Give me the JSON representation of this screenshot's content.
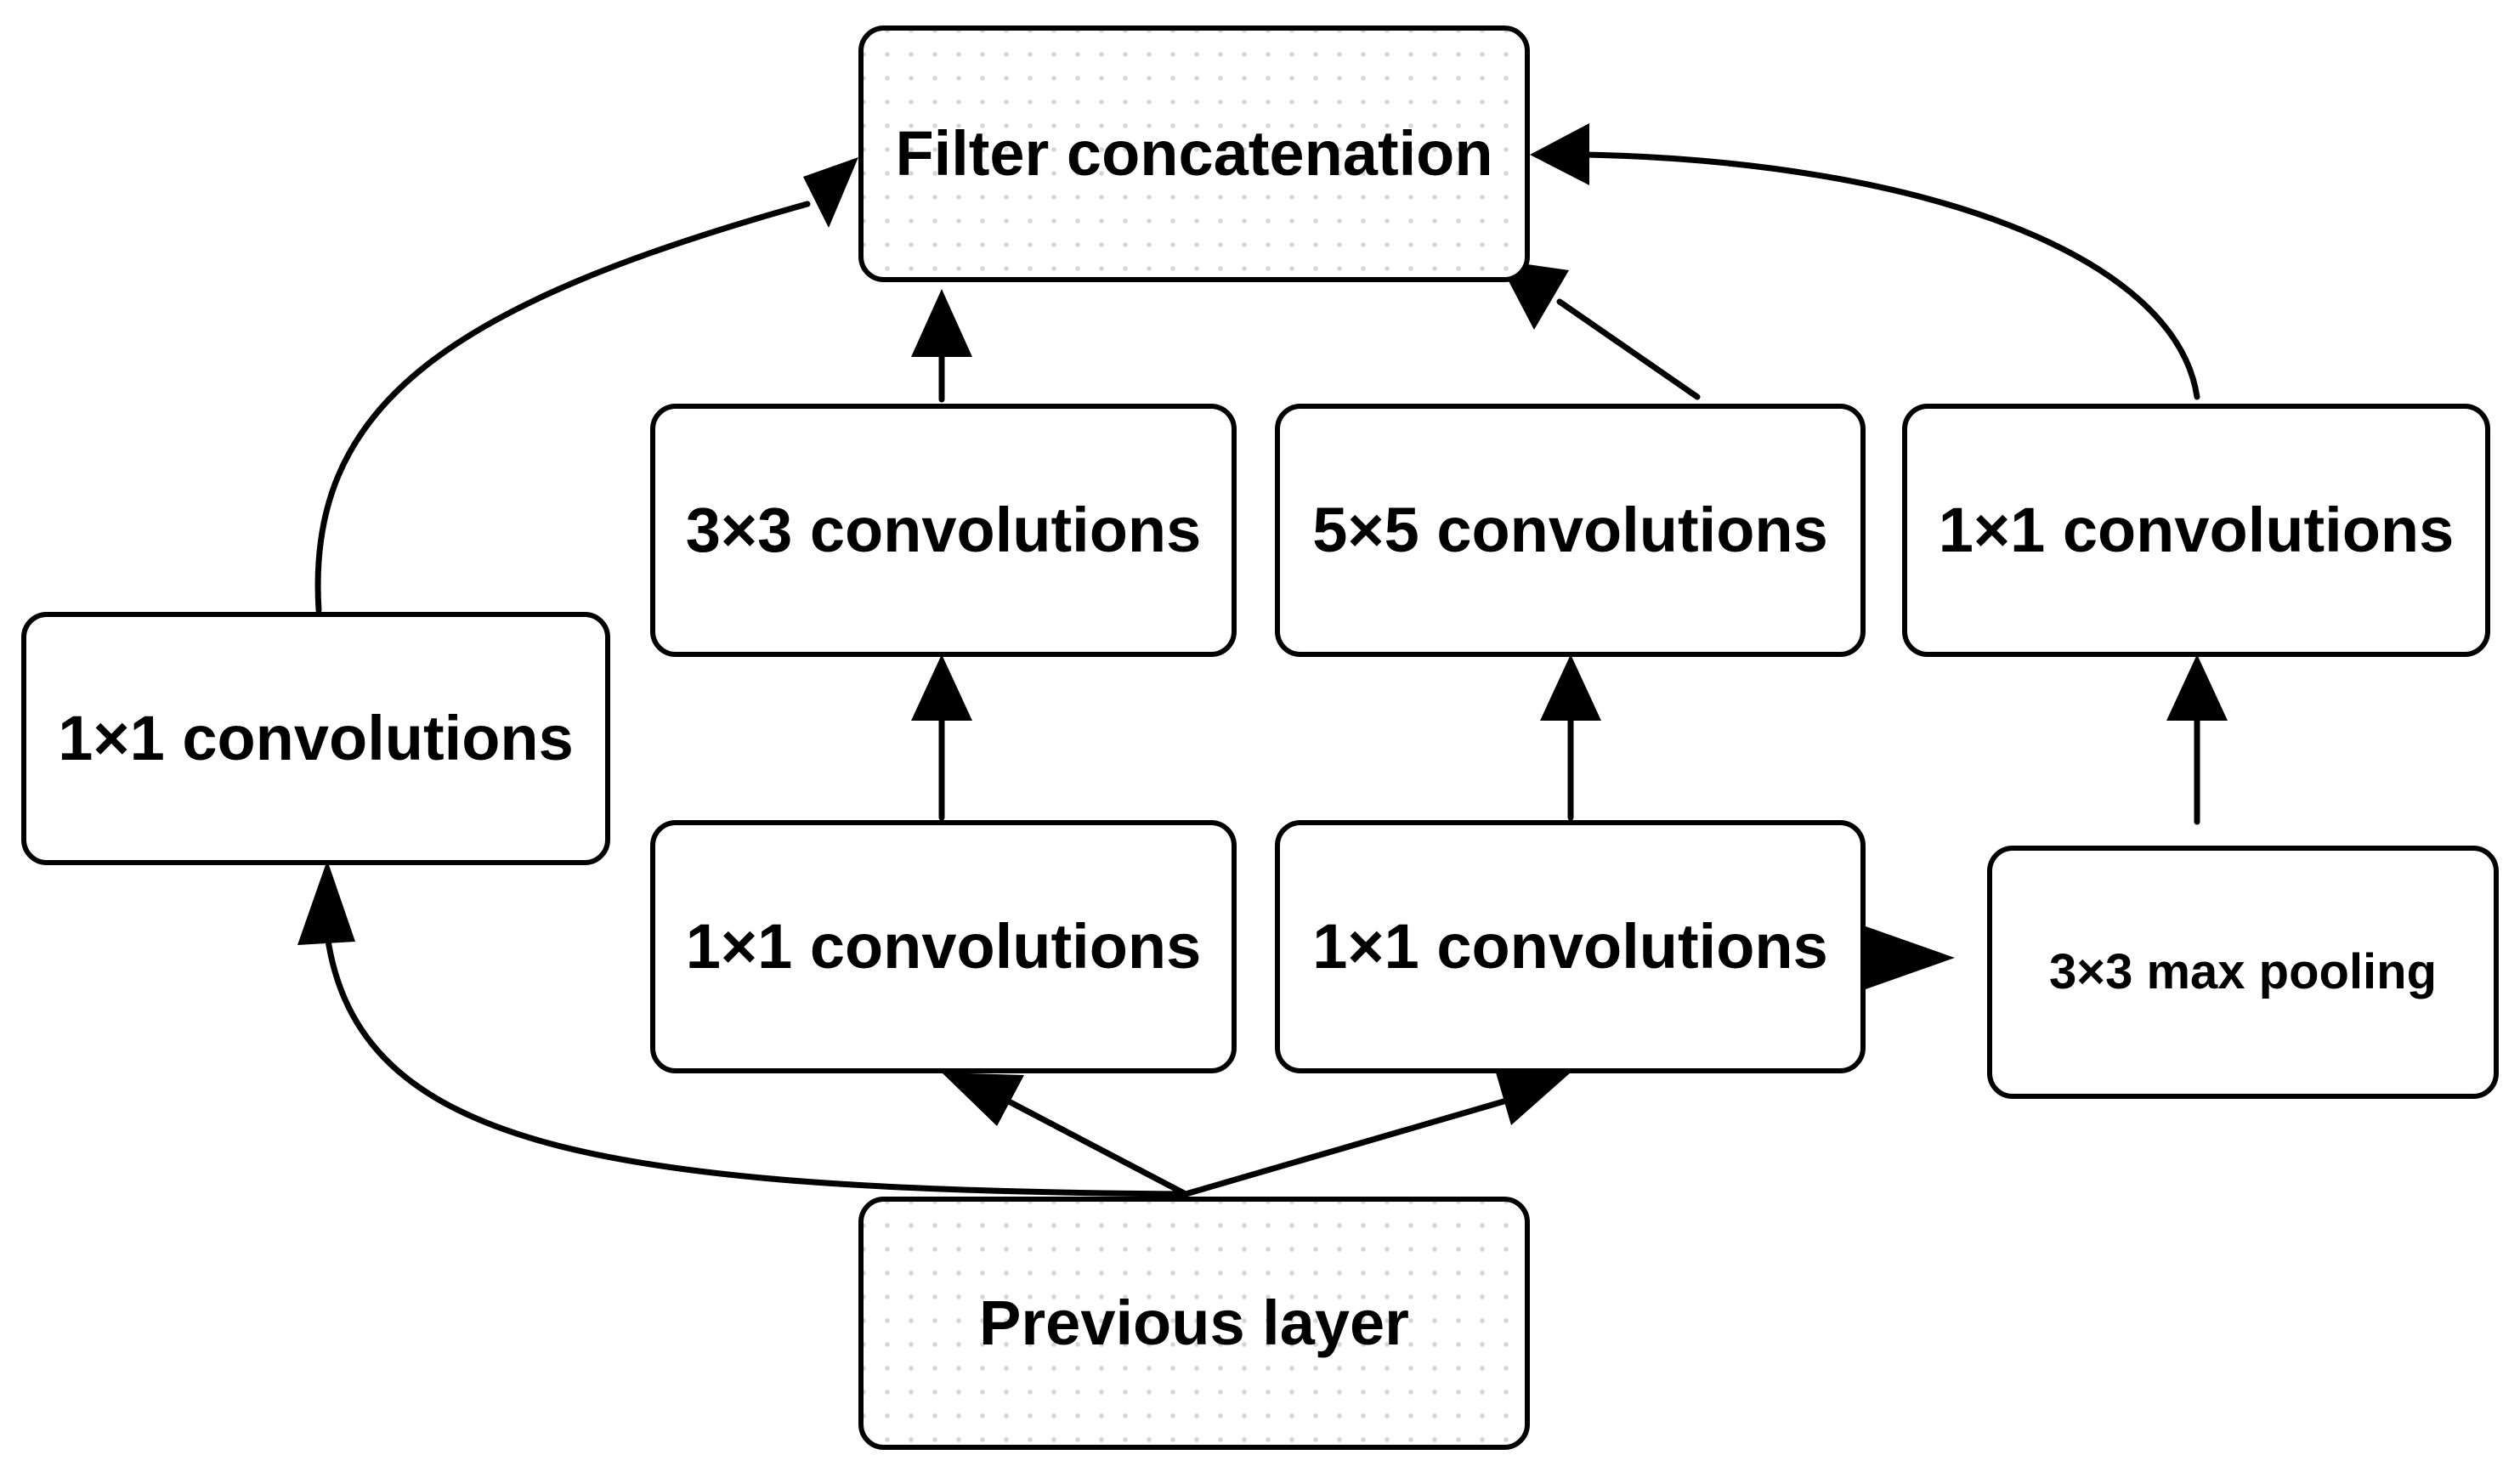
{
  "nodes": {
    "filter_concat": "Filter concatenation",
    "conv3x3": "3×3 convolutions",
    "conv5x5": "5×5 convolutions",
    "conv1x1_pool_proj": "1×1 convolutions",
    "conv1x1_left": "1×1 convolutions",
    "conv1x1_reduce_3x3": "1×1 convolutions",
    "conv1x1_reduce_5x5": "1×1 convolutions",
    "maxpool": "3×3 max pooling",
    "previous_layer": "Previous layer"
  },
  "edges": [
    {
      "from": "previous_layer",
      "to": "conv1x1_left"
    },
    {
      "from": "previous_layer",
      "to": "conv1x1_reduce_3x3"
    },
    {
      "from": "previous_layer",
      "to": "conv1x1_reduce_5x5"
    },
    {
      "from": "conv1x1_reduce_5x5",
      "to": "maxpool"
    },
    {
      "from": "conv1x1_reduce_3x3",
      "to": "conv3x3"
    },
    {
      "from": "conv1x1_reduce_5x5",
      "to": "conv5x5"
    },
    {
      "from": "maxpool",
      "to": "conv1x1_pool_proj"
    },
    {
      "from": "conv1x1_left",
      "to": "filter_concat"
    },
    {
      "from": "conv3x3",
      "to": "filter_concat"
    },
    {
      "from": "conv5x5",
      "to": "filter_concat"
    },
    {
      "from": "conv1x1_pool_proj",
      "to": "filter_concat"
    }
  ],
  "colors": {
    "stroke": "#000000",
    "node_fill": "#ffffff",
    "dot_pattern": "#d6d6d6"
  }
}
